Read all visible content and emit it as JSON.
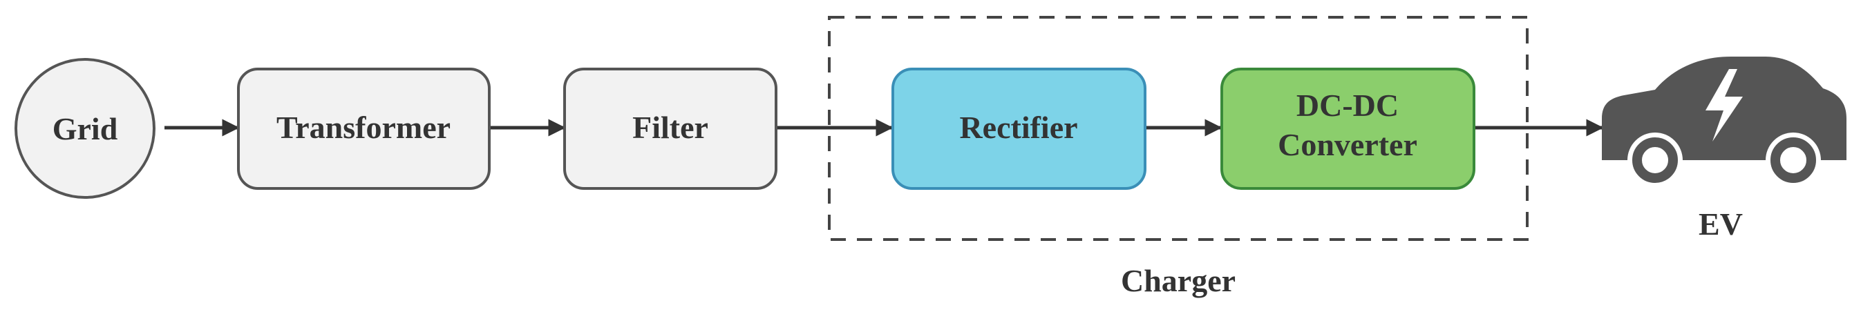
{
  "diagram": {
    "nodes": {
      "grid": {
        "label": "Grid"
      },
      "transformer": {
        "label": "Transformer"
      },
      "filter": {
        "label": "Filter"
      },
      "rectifier": {
        "label": "Rectifier"
      },
      "dcdc": {
        "label_line1": "DC-DC",
        "label_line2": "Converter"
      },
      "ev": {
        "label": "EV",
        "icon": "electric-car-icon"
      }
    },
    "group": {
      "label": "Charger"
    },
    "colors": {
      "neutral_fill": "#f2f2f2",
      "neutral_stroke": "#555555",
      "rectifier_fill": "#7dd3e8",
      "rectifier_stroke": "#3a8fb7",
      "dcdc_fill": "#8bce6c",
      "dcdc_stroke": "#3a8a3a",
      "arrow": "#333333",
      "car": "#555555"
    },
    "edges": [
      {
        "from": "grid",
        "to": "transformer"
      },
      {
        "from": "transformer",
        "to": "filter"
      },
      {
        "from": "filter",
        "to": "rectifier"
      },
      {
        "from": "rectifier",
        "to": "dcdc"
      },
      {
        "from": "dcdc",
        "to": "ev"
      }
    ]
  }
}
